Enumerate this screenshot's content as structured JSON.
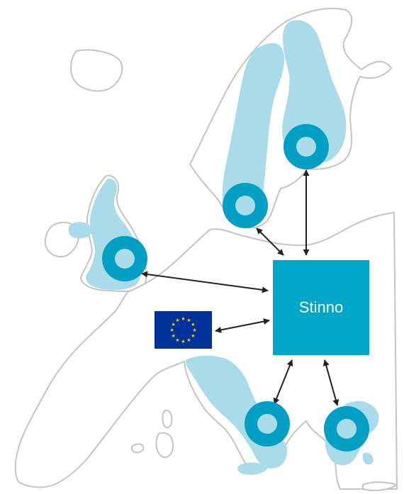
{
  "hub": {
    "label": "Stinno"
  },
  "colors": {
    "land_fill": "#ffffff",
    "land_outline": "#c4c4c4",
    "region_fill": "#a9dbe9",
    "marker": "#009fc3",
    "marker_inner": "#a9dbe9",
    "hub": "#00a6c8",
    "arrow": "#222222",
    "eu_flag_blue": "#003399",
    "eu_flag_star": "#ffcc00"
  },
  "nodes": [
    {
      "id": "finland",
      "icon": "location-ring"
    },
    {
      "id": "sweden",
      "icon": "location-ring"
    },
    {
      "id": "uk",
      "icon": "location-ring"
    },
    {
      "id": "italy",
      "icon": "location-ring"
    },
    {
      "id": "greece",
      "icon": "location-ring"
    }
  ],
  "eu_flag": {
    "icon": "eu-flag-icon"
  },
  "connections": [
    {
      "from": "hub",
      "to": "finland",
      "type": "bidirectional"
    },
    {
      "from": "hub",
      "to": "sweden",
      "type": "bidirectional"
    },
    {
      "from": "hub",
      "to": "uk",
      "type": "bidirectional"
    },
    {
      "from": "hub",
      "to": "eu",
      "type": "bidirectional"
    },
    {
      "from": "hub",
      "to": "italy",
      "type": "bidirectional"
    },
    {
      "from": "hub",
      "to": "greece",
      "type": "bidirectional"
    }
  ]
}
